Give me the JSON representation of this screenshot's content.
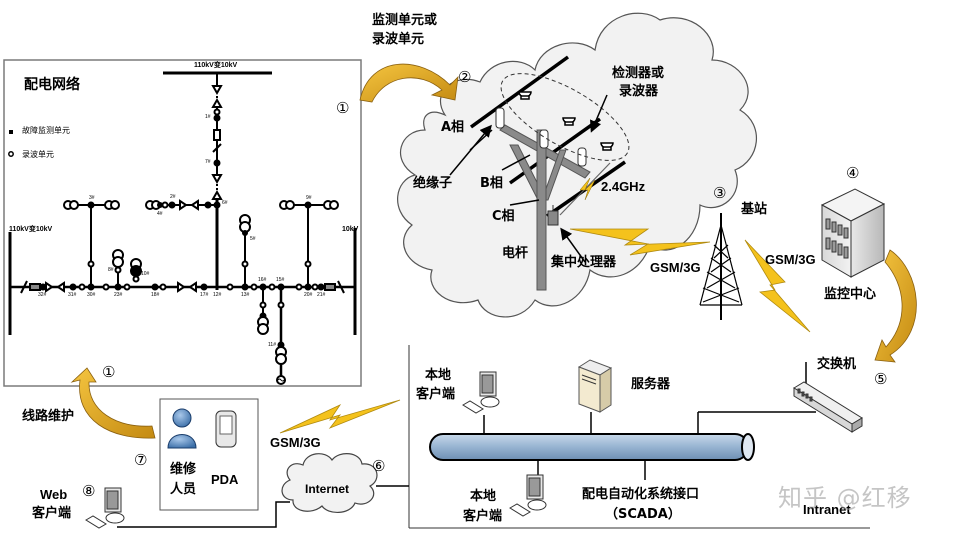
{
  "network_panel": {
    "title": "配电网络",
    "legend": [
      {
        "symbol": "filled-square",
        "label": "故障监测单元"
      },
      {
        "symbol": "hollow-circle",
        "label": "录波单元"
      }
    ],
    "top_bus_label": "110kV变10kV",
    "left_bus_label": "110kV变10kV",
    "right_bus_label": "10kV",
    "node_labels": [
      "1#",
      "7#",
      "2#",
      "3#",
      "5#",
      "6#",
      "4#",
      "8#",
      "9#",
      "10#",
      "11#",
      "16#",
      "15#",
      "32#",
      "31#",
      "30#",
      "23#",
      "18#",
      "17#",
      "12#",
      "13#",
      "20#",
      "21#"
    ]
  },
  "steps": {
    "step1_top": "①",
    "step1_bottom": "①",
    "step2": "②",
    "step3": "③",
    "step4": "④",
    "step5": "⑤",
    "step6": "⑥",
    "step7": "⑦",
    "step8": "⑧"
  },
  "arrow_label_monitor": [
    "监测单元或",
    "录波单元"
  ],
  "pole_cloud": {
    "detector_label": [
      "检测器或",
      "录波器"
    ],
    "phase_a": "A相",
    "phase_b": "B相",
    "phase_c": "C相",
    "insulator": "绝缘子",
    "pole": "电杆",
    "processor": "集中处理器",
    "frequency": "2.4GHz"
  },
  "links": {
    "gsm_pole_to_station": "GSM/3G",
    "gsm_station_to_center": "GSM/3G",
    "gsm_pda": "GSM/3G"
  },
  "base_station": {
    "label": "基站"
  },
  "monitor_center": {
    "label": "监控中心"
  },
  "intranet": {
    "switch_label": "交换机",
    "server_label": "服务器",
    "local_client_top": [
      "本地",
      "客户端"
    ],
    "local_client_bottom": [
      "本地",
      "客户端"
    ],
    "scada_label": [
      "配电自动化系统接口",
      "（SCADA）"
    ],
    "network_label": "Intranet"
  },
  "maintenance": {
    "line_maintenance": "线路维护",
    "staff": [
      "维修",
      "人员"
    ],
    "pda": "PDA"
  },
  "internet": {
    "label": "Internet"
  },
  "web_client": {
    "label": [
      "Web",
      "客户端"
    ]
  },
  "watermark": "知乎 @红移",
  "colors": {
    "arrow_gold": "#E8A810",
    "arrow_gold_dark": "#B07A10",
    "lightning": "#F4C21C",
    "cloud_fill": "#F2F2F2",
    "pipe_fill": "#9BB7D4",
    "person_fill": "#5B8FC7"
  }
}
